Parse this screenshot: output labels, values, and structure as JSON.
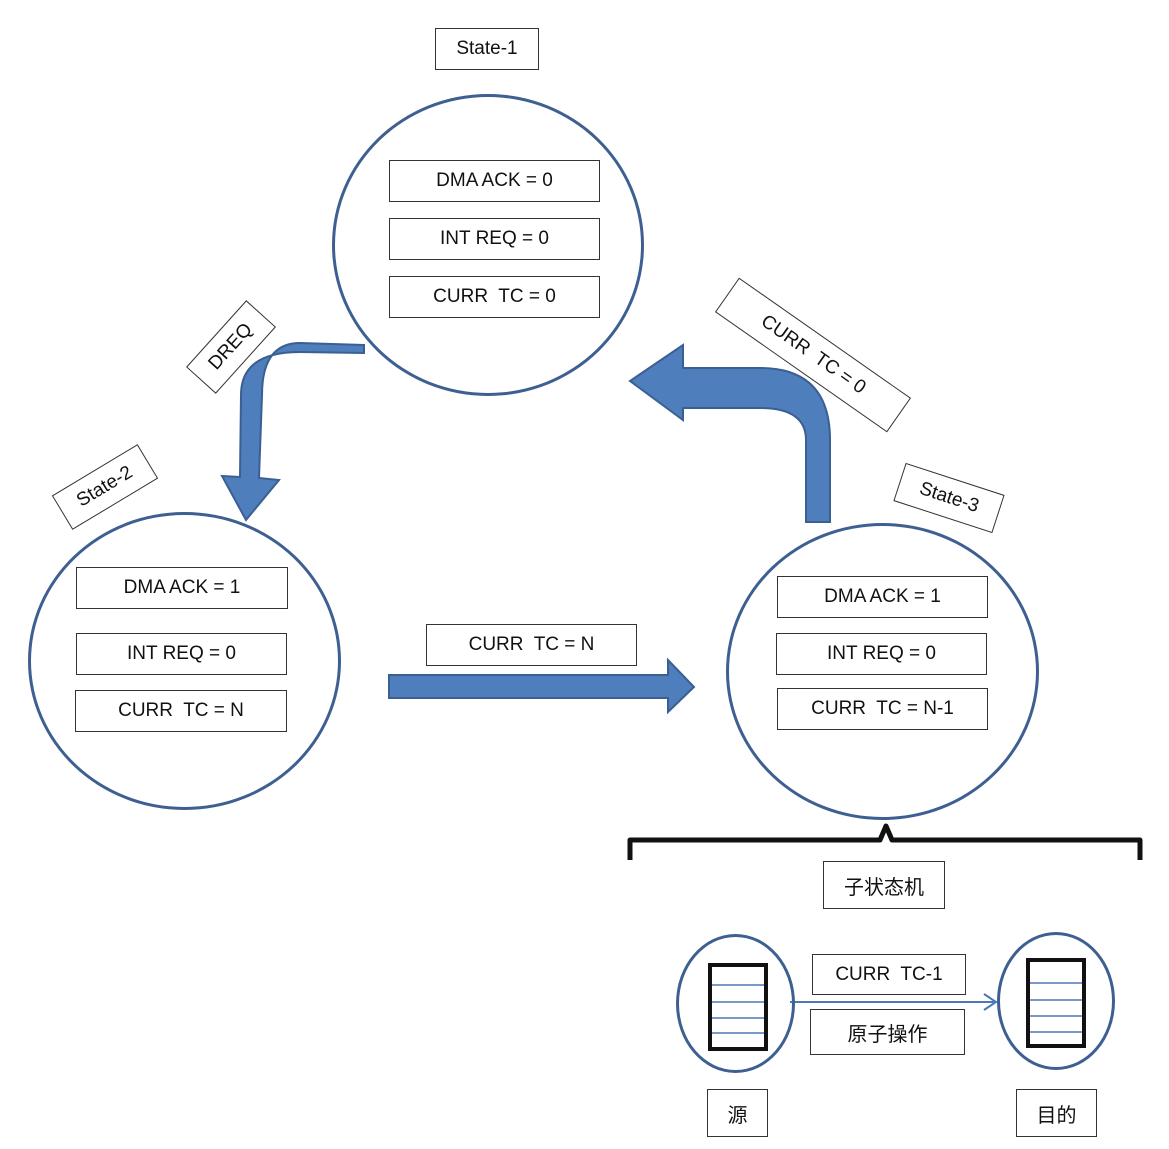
{
  "colors": {
    "circle_stroke": "#3e5f91",
    "arrow_fill": "#4f7ebd",
    "arrow_stroke": "#3a5f93",
    "line_color": "#4a78b8"
  },
  "states": {
    "state1": {
      "label": "State-1",
      "dma_ack": "DMA ACK = 0",
      "int_req": "INT REQ = 0",
      "curr_tc": "CURR  TC = 0"
    },
    "state2": {
      "label": "State-2",
      "dma_ack": "DMA ACK = 1",
      "int_req": "INT REQ = 0",
      "curr_tc": "CURR  TC = N"
    },
    "state3": {
      "label": "State-3",
      "dma_ack": "DMA ACK = 1",
      "int_req": "INT REQ = 0",
      "curr_tc": "CURR  TC = N-1"
    }
  },
  "transitions": {
    "dreq": "DREQ",
    "to_state3": "CURR  TC = N",
    "to_state1": "CURR  TC = 0"
  },
  "sub_state_machine": {
    "title": "子状态机",
    "op_top": "CURR  TC-1",
    "op_bottom": "原子操作",
    "source": "源",
    "destination": "目的"
  }
}
